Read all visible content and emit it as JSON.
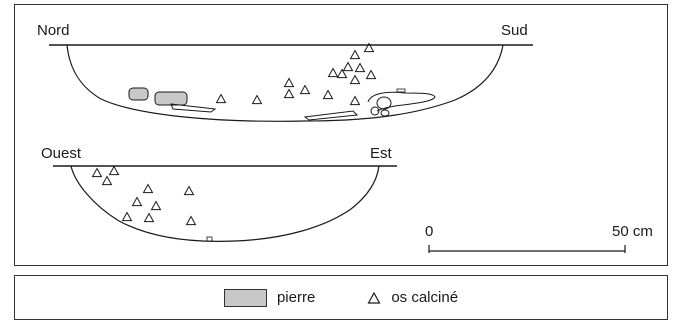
{
  "profile1": {
    "left_label": "Nord",
    "right_label": "Sud"
  },
  "profile2": {
    "left_label": "Ouest",
    "right_label": "Est"
  },
  "scale": {
    "start_label": "0",
    "end_label": "50 cm"
  },
  "legend": {
    "stone_label": "pierre",
    "bone_label": "os calciné"
  },
  "colors": {
    "stone_fill": "#c8c8c8",
    "line": "#1a1a1a"
  }
}
